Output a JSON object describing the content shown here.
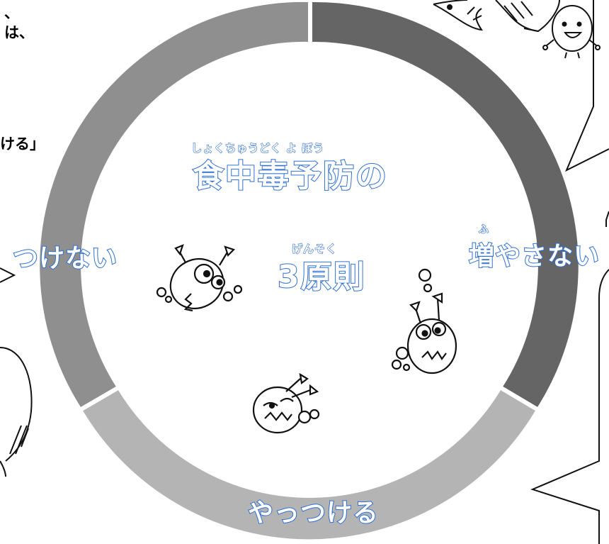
{
  "left_text": {
    "line1": "、",
    "line2": "は、",
    "line3": "ける」"
  },
  "title": {
    "ruby": "しょくちゅうどく よ ぼう",
    "main": "食中毒予防の",
    "sub_ruby": "げんそく",
    "sub": "3原則"
  },
  "segments": {
    "left": "つけない",
    "right_ruby": "ふ",
    "right": "増やさない",
    "bottom": "やっつける"
  },
  "colors": {
    "segment_left": "#8f8f8f",
    "segment_right": "#656565",
    "segment_bottom": "#b4b4b4",
    "outline_blue": "#2f6fd0"
  }
}
